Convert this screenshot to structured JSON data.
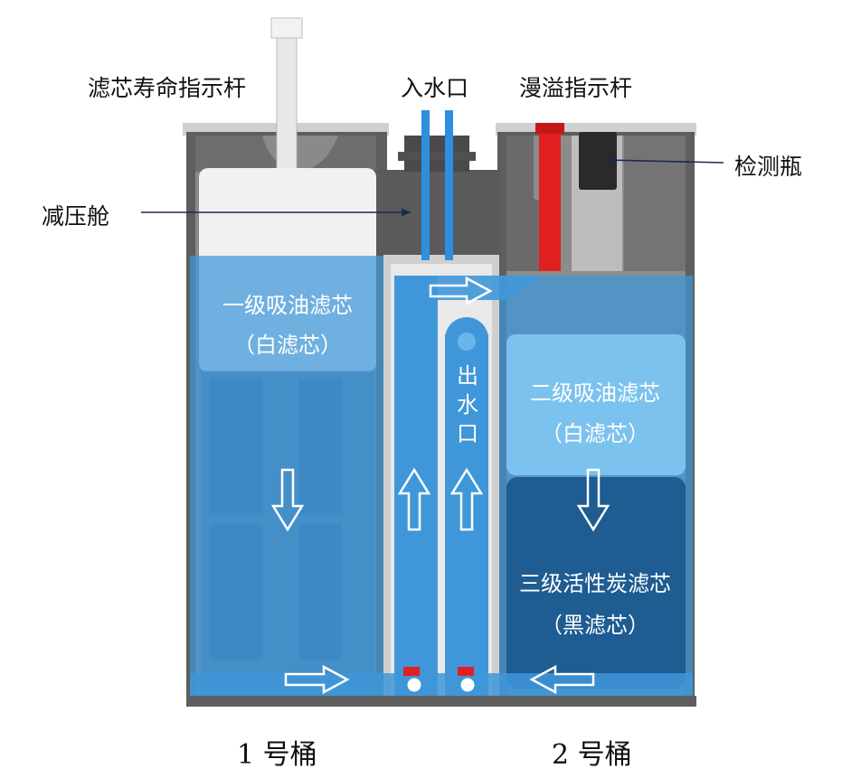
{
  "labels": {
    "filter_life_indicator": "滤芯寿命指示杆",
    "water_inlet": "入水口",
    "overflow_indicator": "漫溢指示杆",
    "detection_bottle": "检测瓶",
    "decompression_chamber": "减压舱",
    "stage1_filter": "一级吸油滤芯",
    "stage1_filter_note": "（白滤芯）",
    "stage2_filter": "二级吸油滤芯",
    "stage2_filter_note": "（白滤芯）",
    "stage3_filter": "三级活性炭滤芯",
    "stage3_filter_note": "（黑滤芯）",
    "water_outlet": "出水口",
    "bucket1": "1 号桶",
    "bucket2": "2 号桶"
  },
  "colors": {
    "water": "#3f97d9",
    "water_dark": "#1e5c92",
    "housing": "#5a5a5a",
    "white_cap": "#f0f0f0",
    "indicator_red": "#e02020",
    "detect_bottle": "#2a2a2a"
  }
}
